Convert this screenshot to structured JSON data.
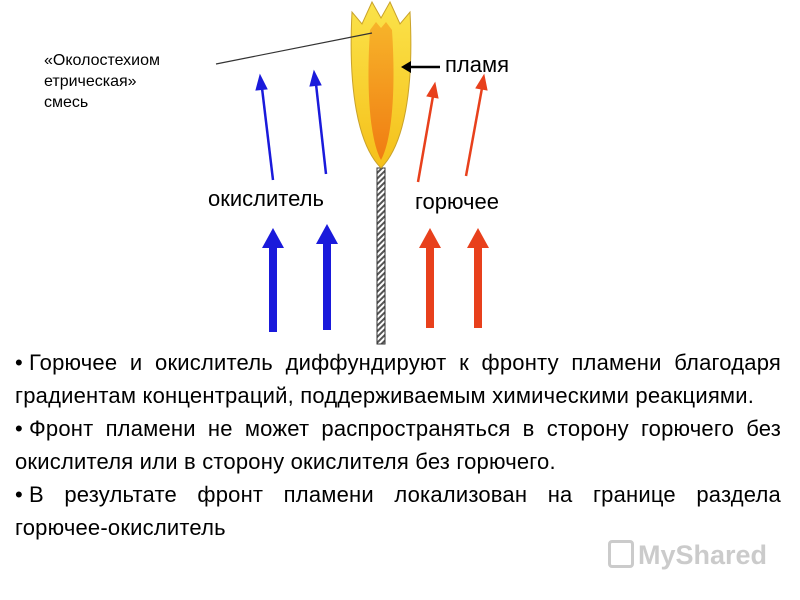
{
  "labels": {
    "mix": "«Околостехиометрическая» смесь",
    "mix_line1": "«Околостехиом",
    "mix_line2": "етрическая»",
    "mix_line3": "смесь",
    "flame": "пламя",
    "oxidizer": "окислитель",
    "fuel": "горючее"
  },
  "bullets": [
    "Горючее и окислитель диффундируют к фронту пламени благодаря градиентам концентраций, поддерживаемым химическими реакциями.",
    "Фронт пламени не может распространяться в сторону горючего без окислителя или в сторону окислителя без горючего.",
    "В результате фронт пламени локализован на границе раздела горючее-окислитель"
  ],
  "watermark": "MyShared",
  "colors": {
    "oxidizer_arrow": "#1a1adb",
    "fuel_arrow": "#e8401c",
    "flame_outer": "#f7d320",
    "flame_inner": "#f59a1c"
  }
}
